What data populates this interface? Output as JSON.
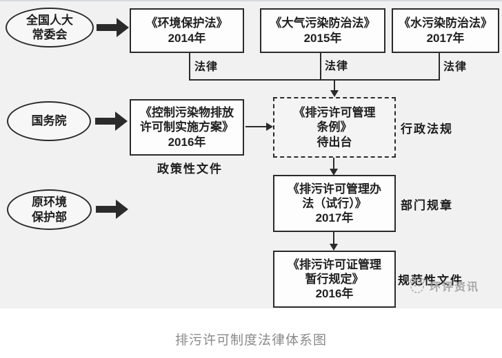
{
  "title": "排污许可制度法律体系图",
  "watermark": {
    "text": "环评资讯",
    "logo": "panda-logo-icon"
  },
  "colors": {
    "line": "#2b2b2b",
    "box_background": "#fdfdfd",
    "diagram_background": "#f1f1f1",
    "caption_text": "#8a8a8a",
    "watermark_text": "#9b9b9b"
  },
  "actors": {
    "npc_standing_committee": "全国人大\n常委会",
    "state_council": "国务院",
    "former_mep": "原环境\n保护部"
  },
  "laws": {
    "environmental_protection": "《环境保护法》\n2014年",
    "air_pollution_control": "《大气污染防治法》\n2015年",
    "water_pollution_control": "《水污染防治法》\n2017年"
  },
  "documents": {
    "implementation_plan": "《控制污染物排放\n许可制实施方案》\n2016年",
    "management_regulation": "《排污许可管理\n条例》\n待出台",
    "management_measures": "《排污许可管理办\n法（试行）》\n2017年",
    "interim_provisions": "《排污许可证管理\n暂行规定》\n2016年"
  },
  "category_labels": {
    "law_1": "法律",
    "law_2": "法律",
    "law_3": "法律",
    "policy_document": "政策性文件",
    "administrative_regulation": "行政法规",
    "department_rule": "部门规章",
    "normative_document": "规范性文件"
  }
}
